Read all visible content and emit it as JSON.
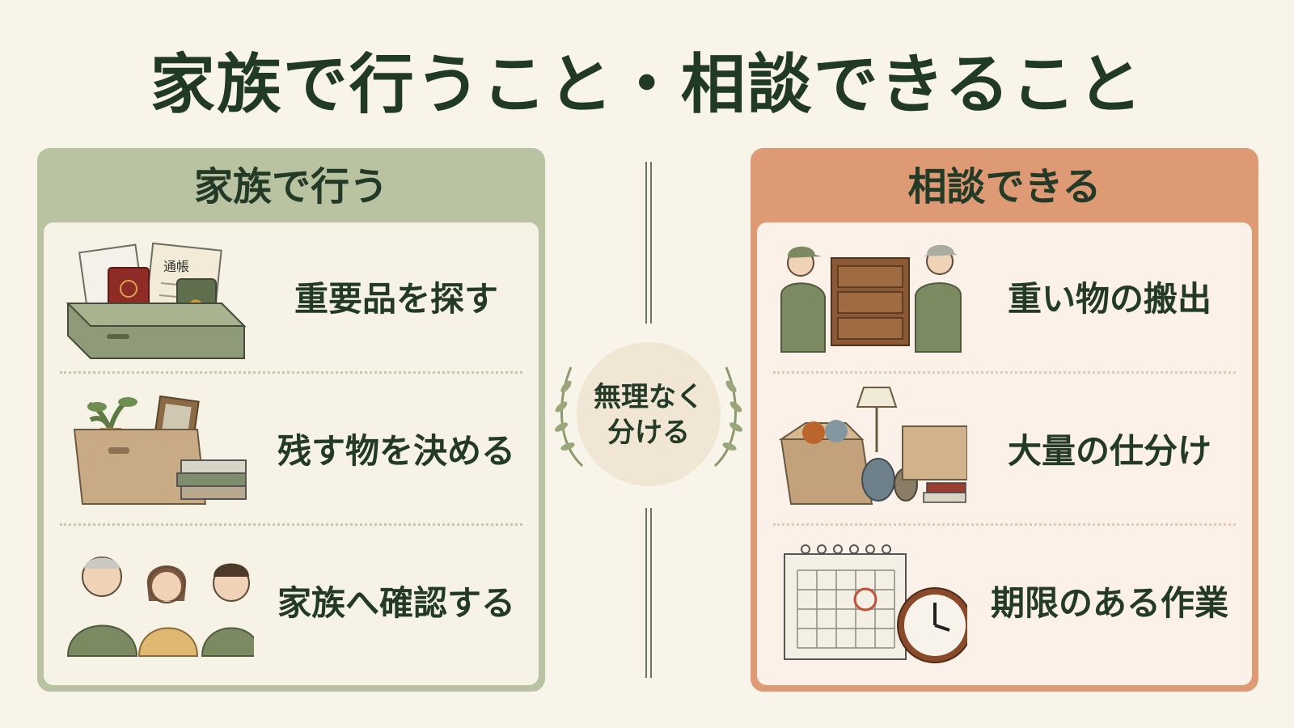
{
  "title": "家族で行うこと・相談できること",
  "left_panel": {
    "header": "家族で行う",
    "items": [
      {
        "label": "重要品を探す",
        "icon": "box-of-important-items-icon",
        "passbook_text": "通帳"
      },
      {
        "label": "残す物を決める",
        "icon": "box-with-keepsakes-icon"
      },
      {
        "label": "家族へ確認する",
        "icon": "family-talking-icon"
      }
    ]
  },
  "center_badge": {
    "line1": "無理なく",
    "line2": "分ける"
  },
  "right_panel": {
    "header": "相談できる",
    "items": [
      {
        "label": "重い物の搬出",
        "icon": "movers-carrying-dresser-icon"
      },
      {
        "label": "大量の仕分け",
        "icon": "boxes-and-items-icon"
      },
      {
        "label": "期限のある作業",
        "icon": "calendar-and-clock-icon"
      }
    ]
  },
  "colors": {
    "background": "#f8f4ea",
    "left_accent": "#b9c3a1",
    "right_accent": "#de9a75",
    "text": "#233a27"
  }
}
